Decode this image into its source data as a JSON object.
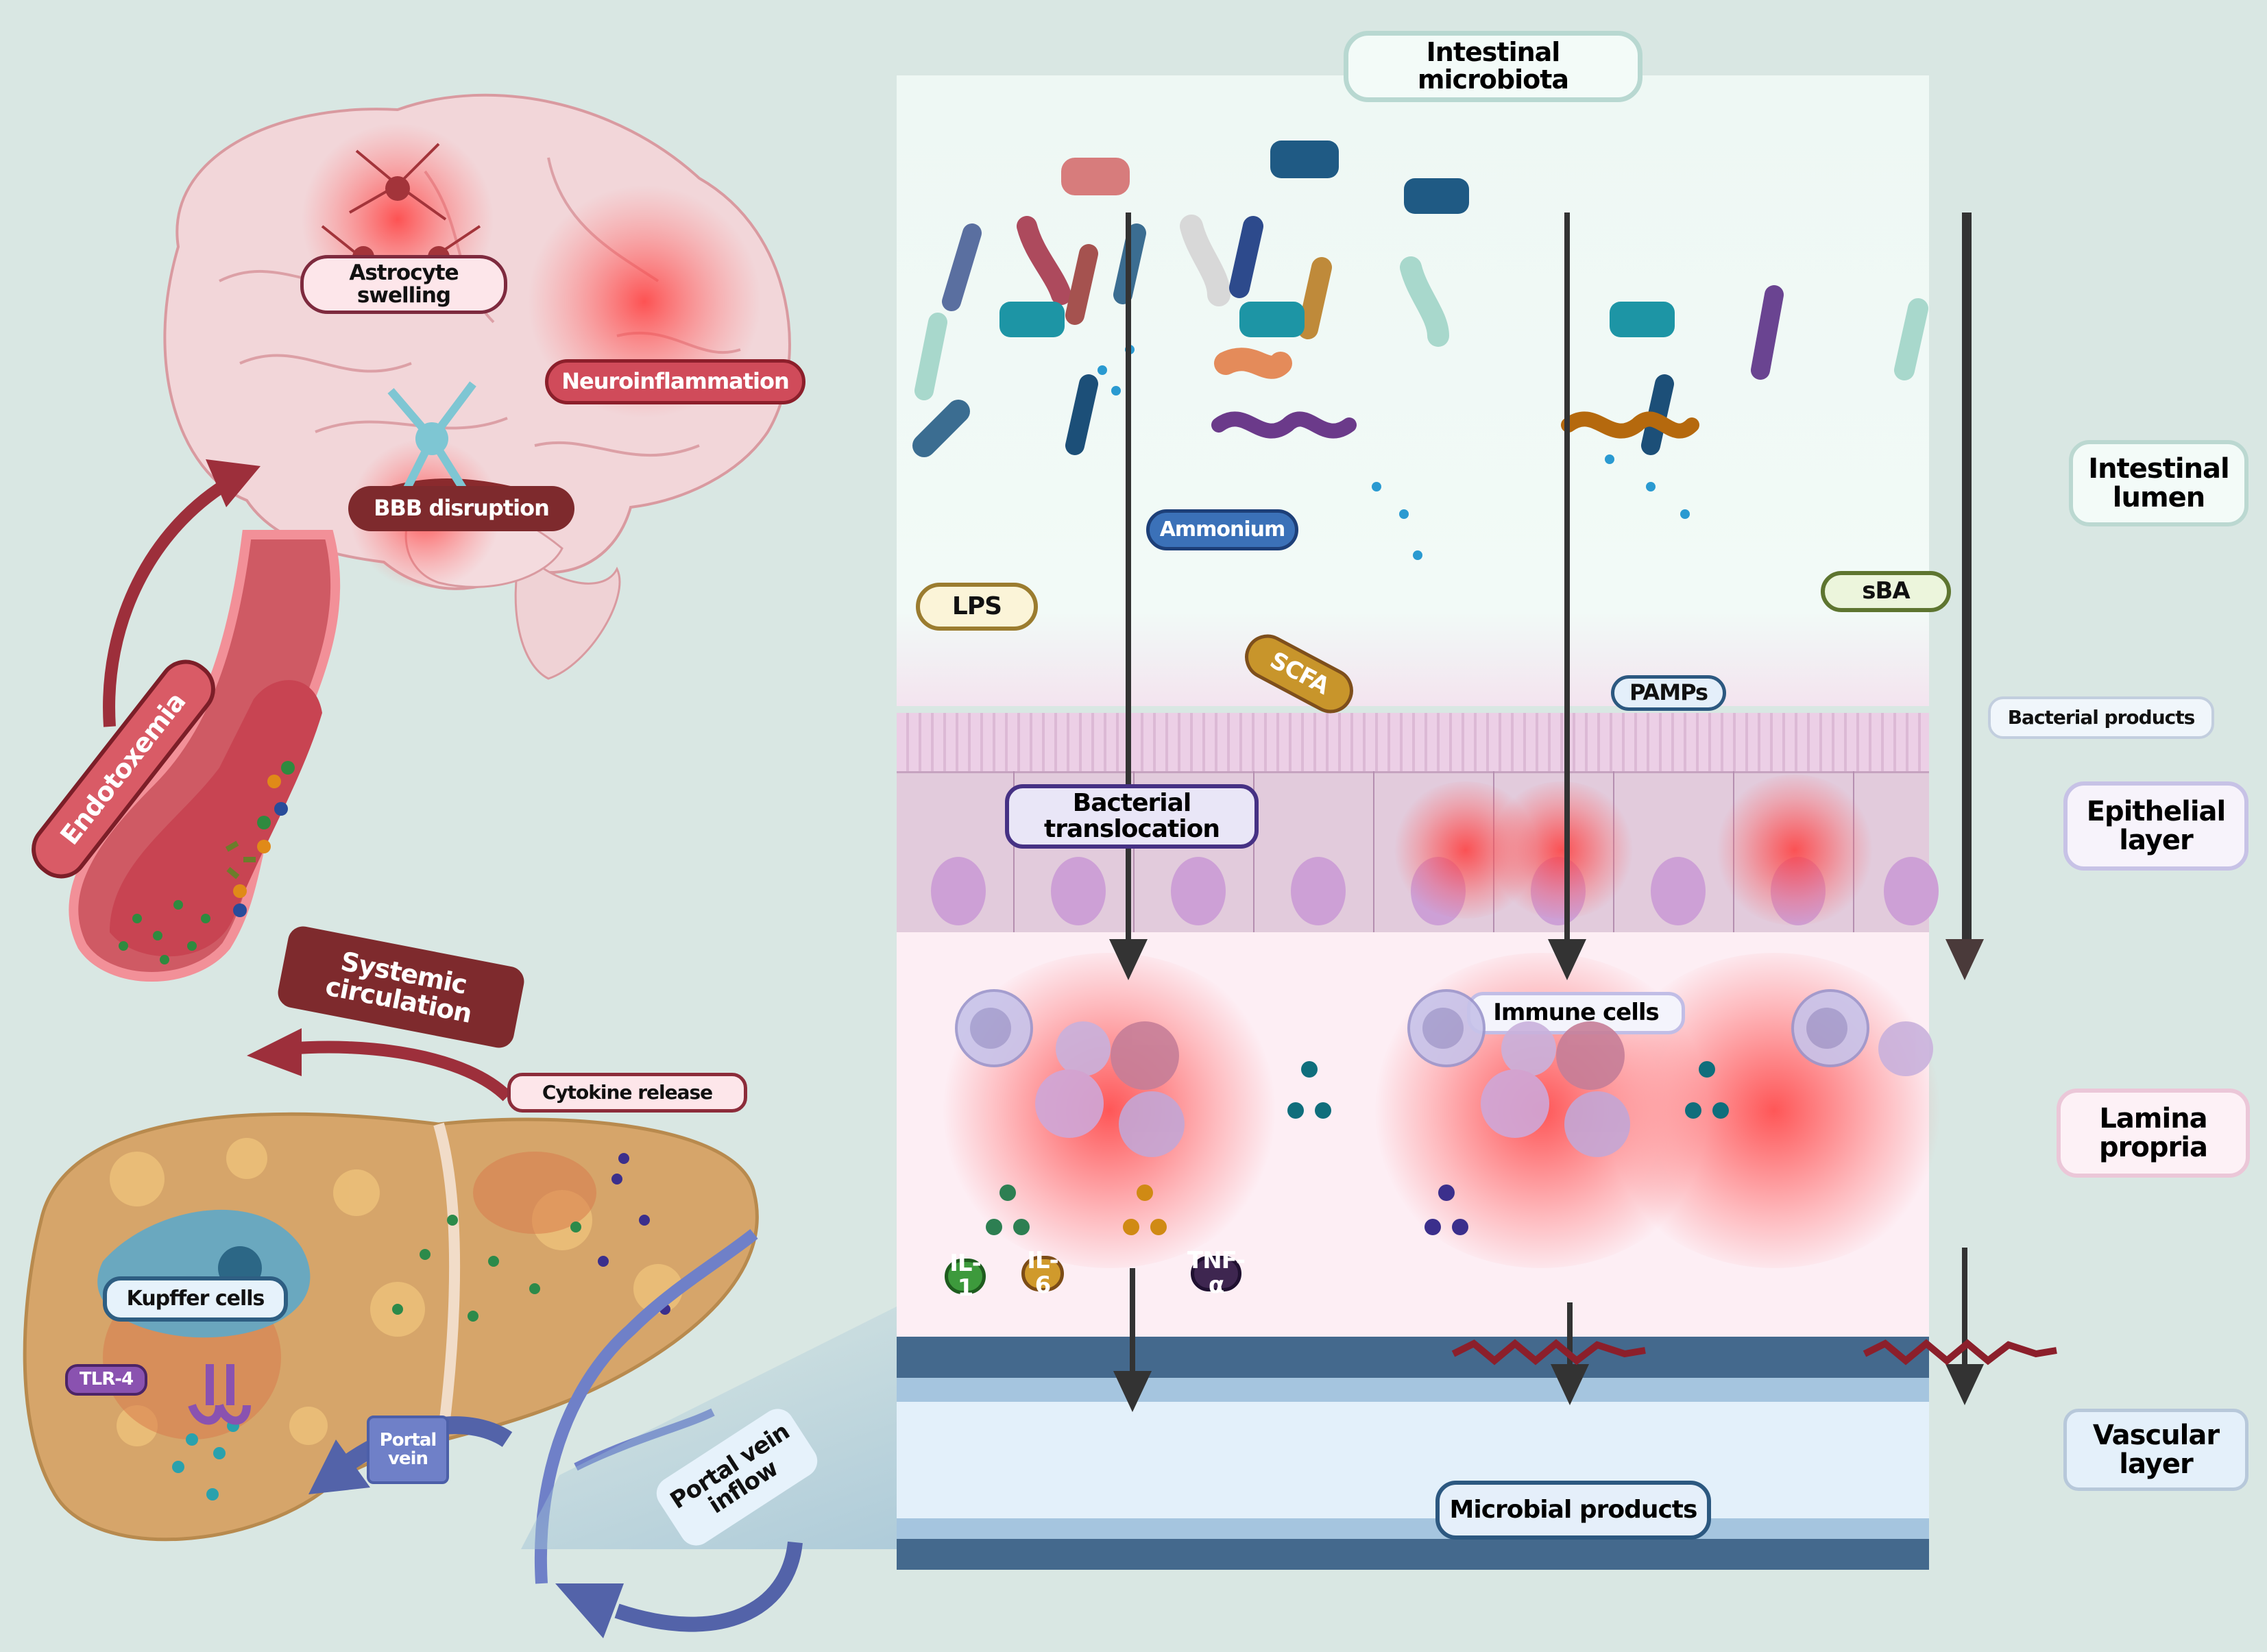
{
  "figure": {
    "title": "Intestinal microbiota",
    "brain": {
      "labels": {
        "astrocyte_swelling": "Astrocyte swelling",
        "neuroinflammation": "Neuroinflammation",
        "bbb_disruption": "BBB disruption"
      }
    },
    "circulation": {
      "endotoxemia": "Endotoxemia",
      "systemic_circulation": "Systemic circulation"
    },
    "liver": {
      "cytokine_release": "Cytokine release",
      "kupffer_cells": "Kupffer cells",
      "tlr4": "TLR-4",
      "portal_vein": "Portal vein",
      "portal_vein_inflow": "Portal vein inflow"
    },
    "gut": {
      "layers": {
        "lumen": "Intestinal lumen",
        "epithelial": "Epithelial layer",
        "lamina_propria": "Lamina propria",
        "vascular": "Vascular layer"
      },
      "lumen_labels": {
        "lps": "LPS",
        "ammonium": "Ammonium",
        "scfa": "SCFA",
        "pamps": "PAMPs",
        "sba": "sBA",
        "bacterial_products": "Bacterial products"
      },
      "epithelial_labels": {
        "bacterial_translocation": "Bacterial translocation"
      },
      "lamina_labels": {
        "immune_cells": "Immune cells",
        "il1": "IL-1",
        "il6": "IL-6",
        "tnf": "TNF-α"
      },
      "vascular_labels": {
        "microbial_products": "Microbial products"
      }
    },
    "colors": {
      "background": "#d9e7e3",
      "brain_pink": "#f2d3d6",
      "vessel_red": "#cf5a64",
      "dark_red": "#7e2a2d",
      "liver_tan": "#d6a56a",
      "portal_blue": "#6f80c8",
      "lumen_bg": "#f0f9f6",
      "epithelium": "#e2cbdc",
      "lamina": "#fdeef4",
      "vessel_blue": "#44698d",
      "il1_green": "#3d9a3c",
      "il6_orange": "#d09a2c",
      "tnf_purple": "#3e2650",
      "lps_fill": "#fbf4d8",
      "ammonium_blue": "#3b71b8",
      "scfa_gold": "#c8952b",
      "tlr4_purple": "#8a52b0"
    }
  }
}
